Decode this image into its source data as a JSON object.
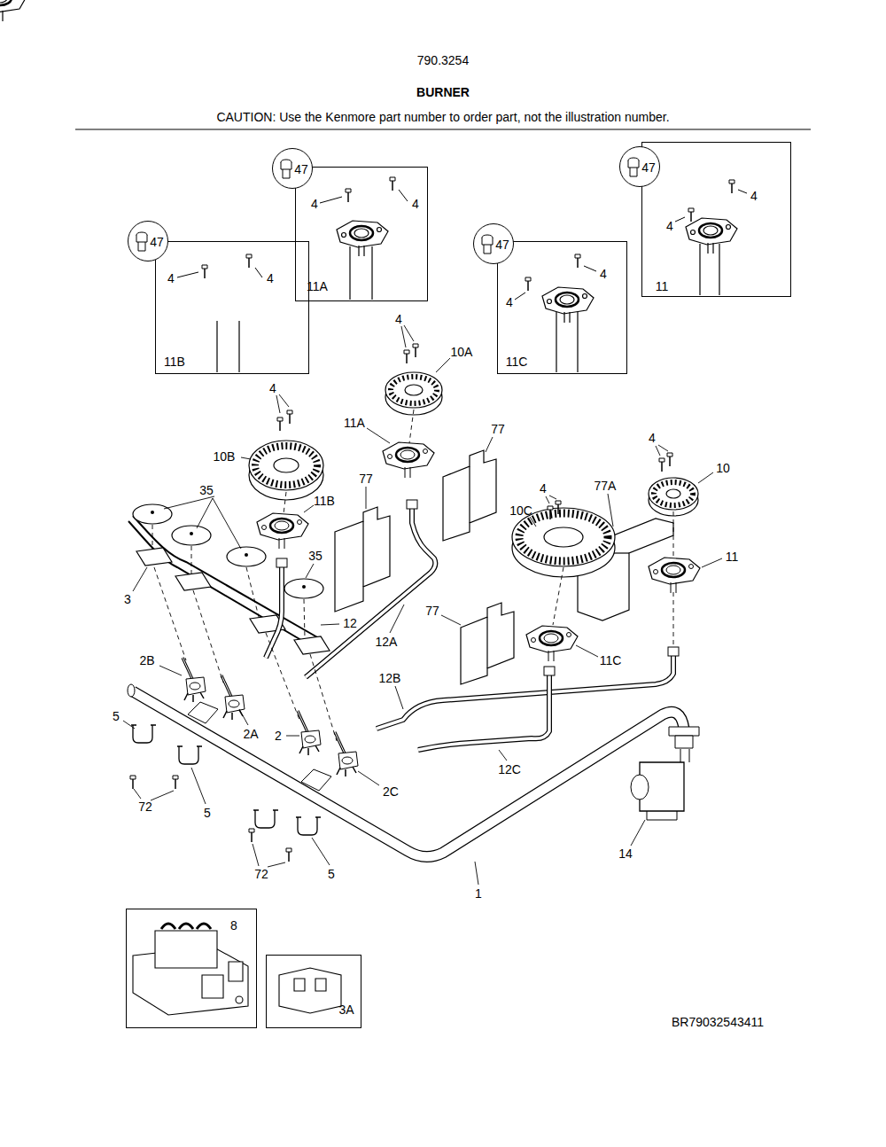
{
  "diagram": {
    "title": "BURNER",
    "nodes": [
      {
        "text": [
          "47"
        ]
      },
      {
        "text": [
          "4",
          "4",
          "11A"
        ]
      },
      {
        "text": [
          "47"
        ]
      },
      {
        "text": [
          "4",
          "4",
          "11"
        ]
      },
      {
        "text": [
          "47"
        ]
      },
      {
        "text": [
          "4",
          "4",
          "11B"
        ]
      },
      {
        "text": [
          "47"
        ]
      },
      {
        "text": [
          "4",
          "4",
          "11C"
        ]
      },
      {
        "text": [
          "8"
        ]
      },
      {
        "text": [
          "3A"
        ]
      }
    ],
    "labels": [
      "790.3254",
      "CAUTION: Use the Kenmore part number to order part, not the illustration number.",
      "4",
      "10A",
      "4",
      "11A",
      "77",
      "4",
      "10B",
      "10",
      "77",
      "77A",
      "4",
      "35",
      "11B",
      "10C",
      "35",
      "11",
      "3",
      "77",
      "12",
      "12A",
      "2B",
      "11C",
      "12B",
      "5",
      "2A",
      "2",
      "12C",
      "2C",
      "72",
      "5",
      "14",
      "72",
      "5",
      "1",
      "BR79032543411"
    ]
  }
}
